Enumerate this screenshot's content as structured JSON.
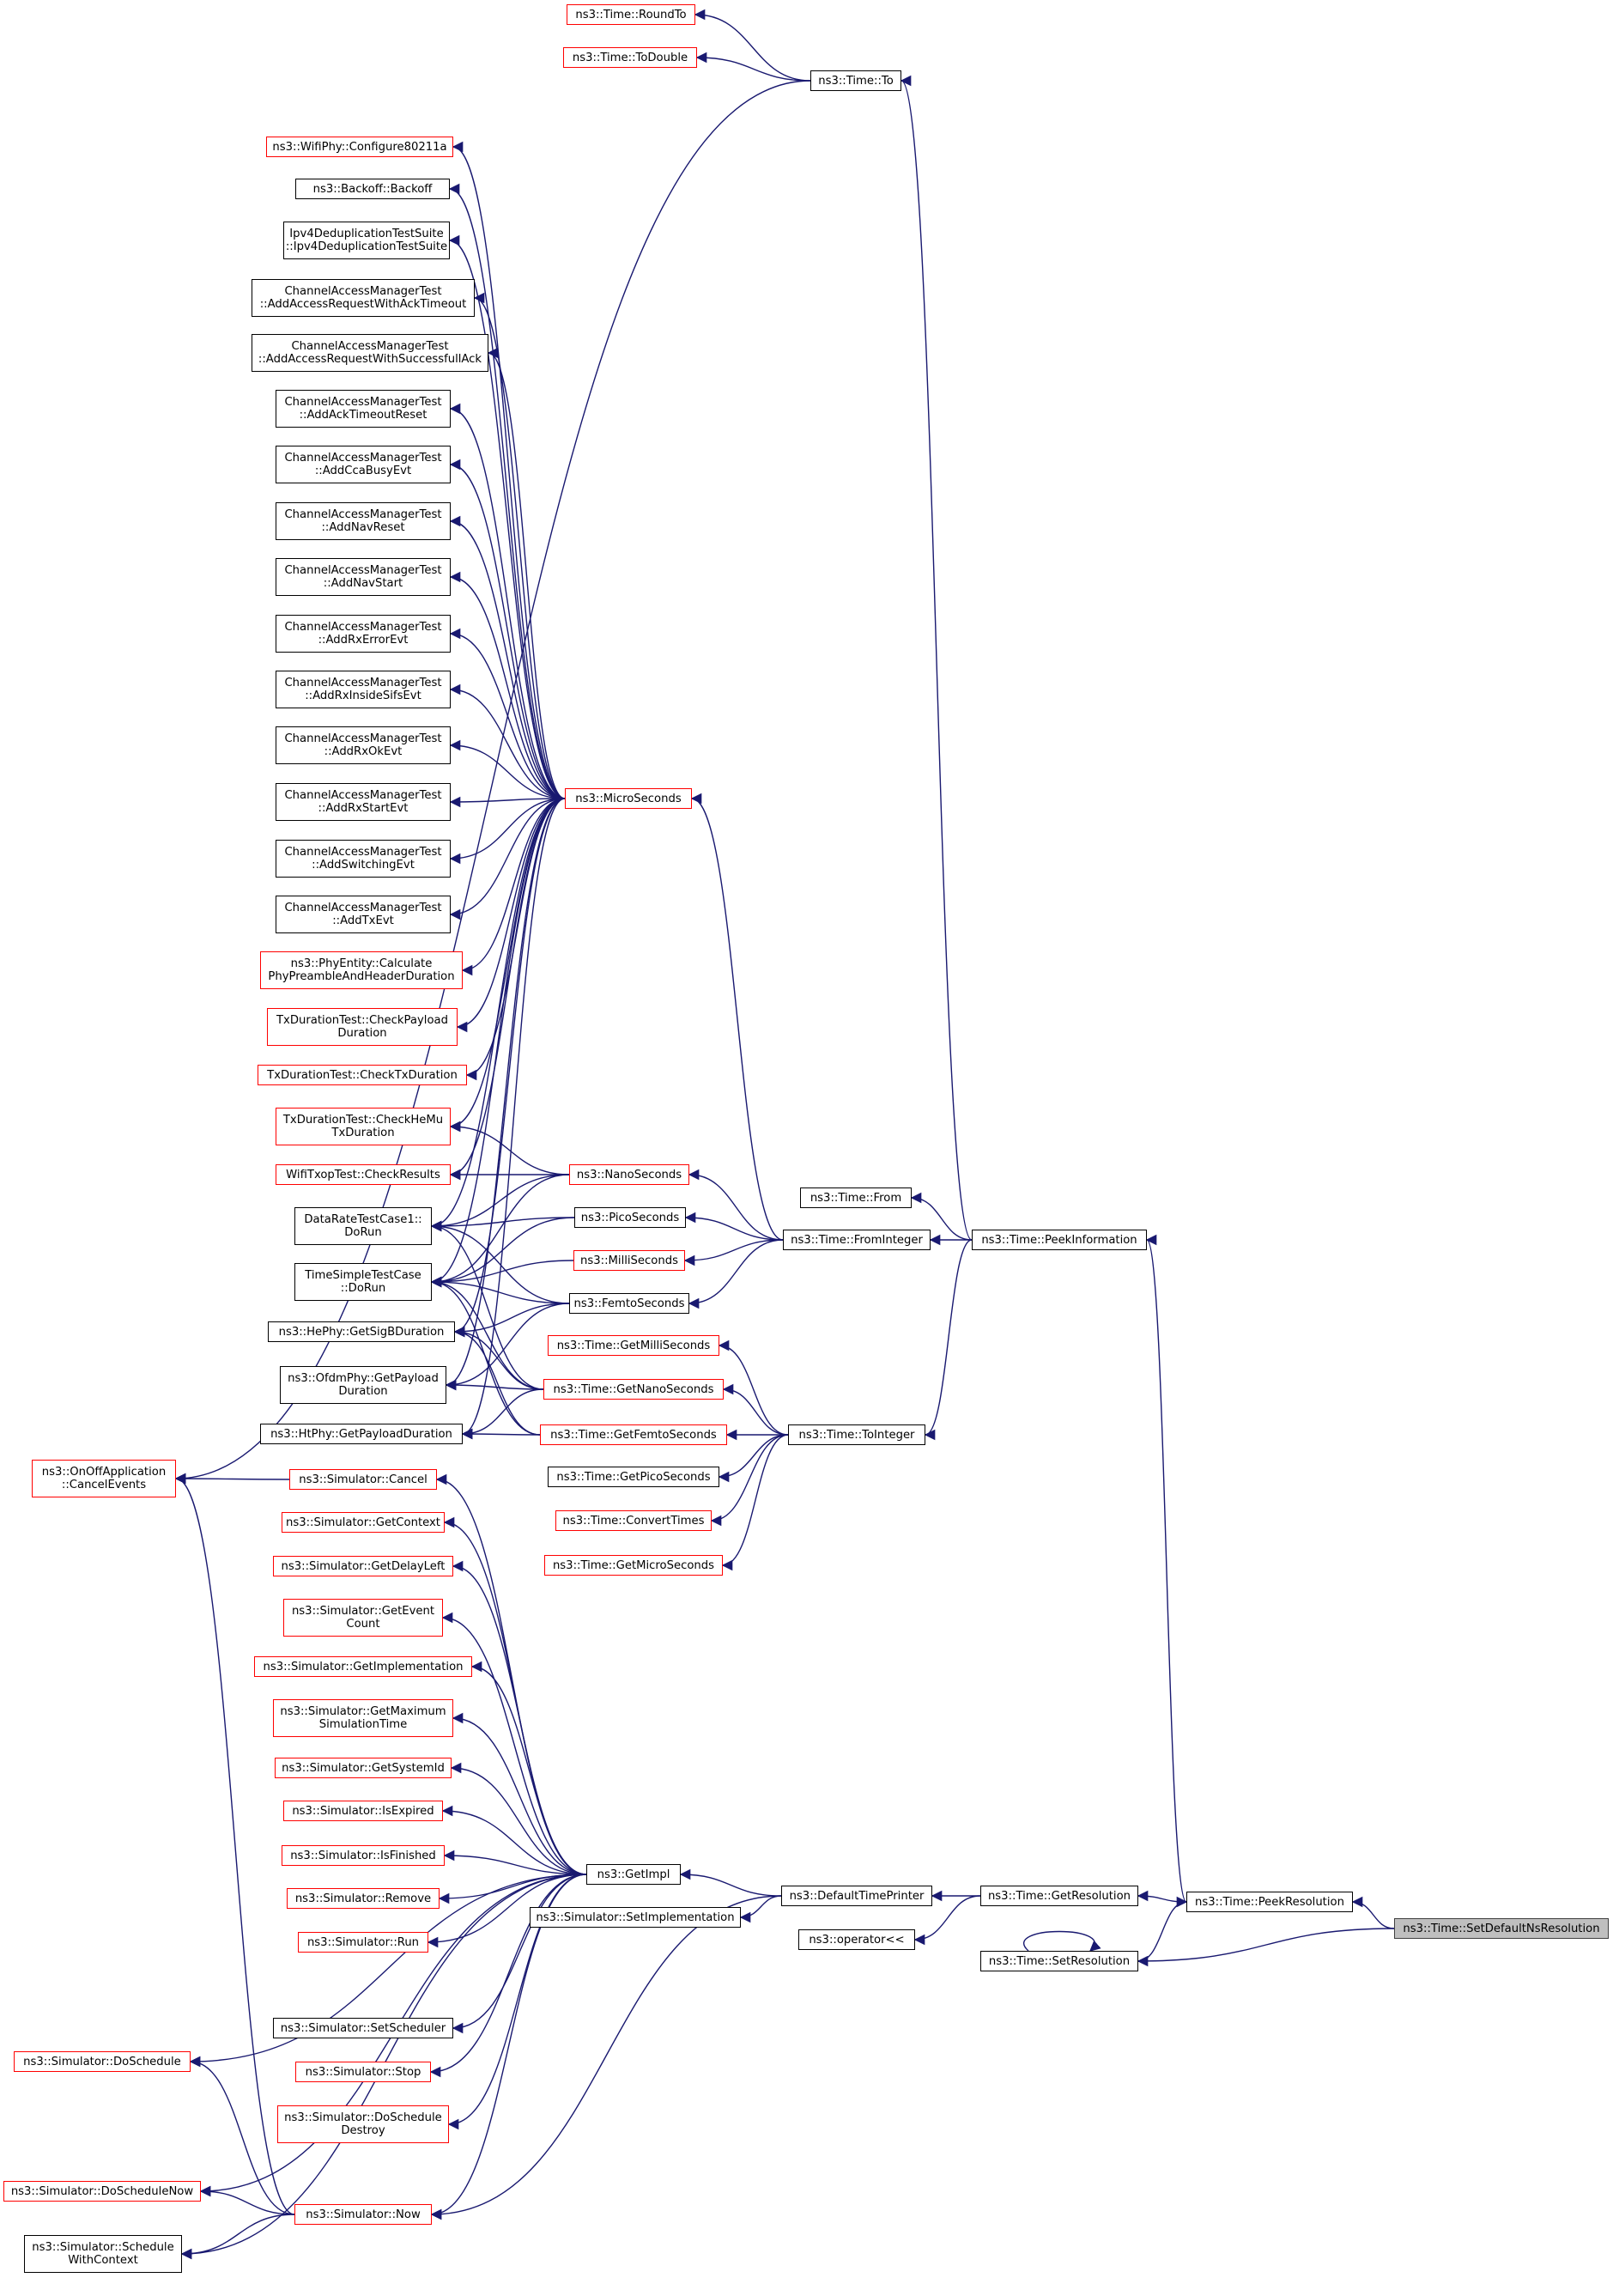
{
  "graph": {
    "edge_color": "#191970",
    "missing_doc_border_color": "#ff0000",
    "documented_border_color": "#000000",
    "focus_fill_color": "#bfbfbf",
    "nodes": [
      {
        "id": "SetDefaultNsResolution",
        "label": "ns3::Time::SetDefaultNsResolution",
        "style": "focus"
      },
      {
        "id": "PeekResolution",
        "label": "ns3::Time::PeekResolution",
        "style": "black"
      },
      {
        "id": "GetResolution",
        "label": "ns3::Time::GetResolution",
        "style": "black"
      },
      {
        "id": "SetResolution",
        "label": "ns3::Time::SetResolution",
        "style": "black"
      },
      {
        "id": "DefaultTimePrinter",
        "label": "ns3::DefaultTimePrinter",
        "style": "black"
      },
      {
        "id": "operatorLL",
        "label": "ns3::operator<<",
        "style": "black"
      },
      {
        "id": "GetImpl",
        "label": "ns3::GetImpl",
        "style": "black"
      },
      {
        "id": "SetImplementation",
        "label": "ns3::Simulator::SetImplementation",
        "style": "black"
      },
      {
        "id": "PeekInformation",
        "label": "ns3::Time::PeekInformation",
        "style": "black"
      },
      {
        "id": "TimeFrom",
        "label": "ns3::Time::From",
        "style": "black"
      },
      {
        "id": "FromInteger",
        "label": "ns3::Time::FromInteger",
        "style": "black"
      },
      {
        "id": "ToInteger",
        "label": "ns3::Time::ToInteger",
        "style": "black"
      },
      {
        "id": "TimeTo",
        "label": "ns3::Time::To",
        "style": "black"
      },
      {
        "id": "RoundTo",
        "label": "ns3::Time::RoundTo",
        "style": "red"
      },
      {
        "id": "ToDouble",
        "label": "ns3::Time::ToDouble",
        "style": "red"
      },
      {
        "id": "MicroSeconds",
        "label": "ns3::MicroSeconds",
        "style": "red"
      },
      {
        "id": "NanoSeconds",
        "label": "ns3::NanoSeconds",
        "style": "red"
      },
      {
        "id": "PicoSeconds",
        "label": "ns3::PicoSeconds",
        "style": "black"
      },
      {
        "id": "MilliSeconds",
        "label": "ns3::MilliSeconds",
        "style": "red"
      },
      {
        "id": "FemtoSeconds",
        "label": "ns3::FemtoSeconds",
        "style": "black"
      },
      {
        "id": "GetMilliSeconds",
        "label": "ns3::Time::GetMilliSeconds",
        "style": "red"
      },
      {
        "id": "GetNanoSeconds",
        "label": "ns3::Time::GetNanoSeconds",
        "style": "red"
      },
      {
        "id": "GetFemtoSeconds",
        "label": "ns3::Time::GetFemtoSeconds",
        "style": "red"
      },
      {
        "id": "GetPicoSeconds",
        "label": "ns3::Time::GetPicoSeconds",
        "style": "black"
      },
      {
        "id": "ConvertTimes",
        "label": "ns3::Time::ConvertTimes",
        "style": "red"
      },
      {
        "id": "GetMicroSeconds",
        "label": "ns3::Time::GetMicroSeconds",
        "style": "red"
      },
      {
        "id": "Configure80211a",
        "label": "ns3::WifiPhy::Configure80211a",
        "style": "red"
      },
      {
        "id": "Backoff",
        "label": "ns3::Backoff::Backoff",
        "style": "black"
      },
      {
        "id": "Ipv4Dedup",
        "label": "Ipv4DeduplicationTestSuite\n::Ipv4DeduplicationTestSuite",
        "style": "black"
      },
      {
        "id": "AddAccTimeout",
        "label": "ChannelAccessManagerTest\n::AddAccessRequestWithAckTimeout",
        "style": "black"
      },
      {
        "id": "AddAccSuccess",
        "label": "ChannelAccessManagerTest\n::AddAccessRequestWithSuccessfullAck",
        "style": "black"
      },
      {
        "id": "AddAckTimeoutReset",
        "label": "ChannelAccessManagerTest\n::AddAckTimeoutReset",
        "style": "black"
      },
      {
        "id": "AddCcaBusyEvt",
        "label": "ChannelAccessManagerTest\n::AddCcaBusyEvt",
        "style": "black"
      },
      {
        "id": "AddNavReset",
        "label": "ChannelAccessManagerTest\n::AddNavReset",
        "style": "black"
      },
      {
        "id": "AddNavStart",
        "label": "ChannelAccessManagerTest\n::AddNavStart",
        "style": "black"
      },
      {
        "id": "AddRxErrorEvt",
        "label": "ChannelAccessManagerTest\n::AddRxErrorEvt",
        "style": "black"
      },
      {
        "id": "AddRxInsideSifsEvt",
        "label": "ChannelAccessManagerTest\n::AddRxInsideSifsEvt",
        "style": "black"
      },
      {
        "id": "AddRxOkEvt",
        "label": "ChannelAccessManagerTest\n::AddRxOkEvt",
        "style": "black"
      },
      {
        "id": "AddRxStartEvt",
        "label": "ChannelAccessManagerTest\n::AddRxStartEvt",
        "style": "black"
      },
      {
        "id": "AddSwitchingEvt",
        "label": "ChannelAccessManagerTest\n::AddSwitchingEvt",
        "style": "black"
      },
      {
        "id": "AddTxEvt",
        "label": "ChannelAccessManagerTest\n::AddTxEvt",
        "style": "black"
      },
      {
        "id": "CalcPreamble",
        "label": "ns3::PhyEntity::Calculate\nPhyPreambleAndHeaderDuration",
        "style": "red"
      },
      {
        "id": "CheckPayload",
        "label": "TxDurationTest::CheckPayload\nDuration",
        "style": "red"
      },
      {
        "id": "CheckTxDuration",
        "label": "TxDurationTest::CheckTxDuration",
        "style": "red"
      },
      {
        "id": "CheckHeMu",
        "label": "TxDurationTest::CheckHeMu\nTxDuration",
        "style": "red"
      },
      {
        "id": "CheckResults",
        "label": "WifiTxopTest::CheckResults",
        "style": "red"
      },
      {
        "id": "DataRateDoRun",
        "label": "DataRateTestCase1::\nDoRun",
        "style": "black"
      },
      {
        "id": "TimeSimpleDoRun",
        "label": "TimeSimpleTestCase\n::DoRun",
        "style": "black"
      },
      {
        "id": "HeSigB",
        "label": "ns3::HePhy::GetSigBDuration",
        "style": "black"
      },
      {
        "id": "OfdmPayload",
        "label": "ns3::OfdmPhy::GetPayload\nDuration",
        "style": "black"
      },
      {
        "id": "HtPayload",
        "label": "ns3::HtPhy::GetPayloadDuration",
        "style": "black"
      },
      {
        "id": "OnOffCancel",
        "label": "ns3::OnOffApplication\n::CancelEvents",
        "style": "red"
      },
      {
        "id": "SimCancel",
        "label": "ns3::Simulator::Cancel",
        "style": "red"
      },
      {
        "id": "SimGetContext",
        "label": "ns3::Simulator::GetContext",
        "style": "red"
      },
      {
        "id": "SimGetDelayLeft",
        "label": "ns3::Simulator::GetDelayLeft",
        "style": "red"
      },
      {
        "id": "SimGetEventCount",
        "label": "ns3::Simulator::GetEvent\nCount",
        "style": "red"
      },
      {
        "id": "SimGetImplementation",
        "label": "ns3::Simulator::GetImplementation",
        "style": "red"
      },
      {
        "id": "SimGetMaxTime",
        "label": "ns3::Simulator::GetMaximum\nSimulationTime",
        "style": "red"
      },
      {
        "id": "SimGetSystemId",
        "label": "ns3::Simulator::GetSystemId",
        "style": "red"
      },
      {
        "id": "SimIsExpired",
        "label": "ns3::Simulator::IsExpired",
        "style": "red"
      },
      {
        "id": "SimIsFinished",
        "label": "ns3::Simulator::IsFinished",
        "style": "red"
      },
      {
        "id": "SimRemove",
        "label": "ns3::Simulator::Remove",
        "style": "red"
      },
      {
        "id": "SimRun",
        "label": "ns3::Simulator::Run",
        "style": "red"
      },
      {
        "id": "SimSetScheduler",
        "label": "ns3::Simulator::SetScheduler",
        "style": "black"
      },
      {
        "id": "SimStop",
        "label": "ns3::Simulator::Stop",
        "style": "red"
      },
      {
        "id": "SimDoScheduleDestroy",
        "label": "ns3::Simulator::DoSchedule\nDestroy",
        "style": "red"
      },
      {
        "id": "SimDoSchedule",
        "label": "ns3::Simulator::DoSchedule",
        "style": "red"
      },
      {
        "id": "SimDoScheduleNow",
        "label": "ns3::Simulator::DoScheduleNow",
        "style": "red"
      },
      {
        "id": "SimNow",
        "label": "ns3::Simulator::Now",
        "style": "red"
      },
      {
        "id": "SimScheduleWithContext",
        "label": "ns3::Simulator::Schedule\nWithContext",
        "style": "black"
      }
    ],
    "edges": [
      [
        "SetDefaultNsResolution",
        "PeekResolution"
      ],
      [
        "SetDefaultNsResolution",
        "SetResolution"
      ],
      [
        "SetResolution",
        "SetResolution"
      ],
      [
        "SetResolution",
        "PeekResolution"
      ],
      [
        "PeekResolution",
        "GetResolution"
      ],
      [
        "PeekResolution",
        "PeekInformation"
      ],
      [
        "GetResolution",
        "DefaultTimePrinter"
      ],
      [
        "GetResolution",
        "operatorLL"
      ],
      [
        "DefaultTimePrinter",
        "GetImpl"
      ],
      [
        "DefaultTimePrinter",
        "SetImplementation"
      ],
      [
        "DefaultTimePrinter",
        "SimNow"
      ],
      [
        "PeekInformation",
        "TimeFrom"
      ],
      [
        "PeekInformation",
        "FromInteger"
      ],
      [
        "PeekInformation",
        "ToInteger"
      ],
      [
        "PeekInformation",
        "TimeTo"
      ],
      [
        "TimeTo",
        "RoundTo"
      ],
      [
        "TimeTo",
        "ToDouble"
      ],
      [
        "TimeTo",
        "OnOffCancel"
      ],
      [
        "FromInteger",
        "MicroSeconds"
      ],
      [
        "FromInteger",
        "NanoSeconds"
      ],
      [
        "FromInteger",
        "PicoSeconds"
      ],
      [
        "FromInteger",
        "MilliSeconds"
      ],
      [
        "FromInteger",
        "FemtoSeconds"
      ],
      [
        "ToInteger",
        "GetMilliSeconds"
      ],
      [
        "ToInteger",
        "GetNanoSeconds"
      ],
      [
        "ToInteger",
        "GetFemtoSeconds"
      ],
      [
        "ToInteger",
        "GetPicoSeconds"
      ],
      [
        "ToInteger",
        "ConvertTimes"
      ],
      [
        "ToInteger",
        "GetMicroSeconds"
      ],
      [
        "MicroSeconds",
        "Configure80211a"
      ],
      [
        "MicroSeconds",
        "Backoff"
      ],
      [
        "MicroSeconds",
        "Ipv4Dedup"
      ],
      [
        "MicroSeconds",
        "AddAccTimeout"
      ],
      [
        "MicroSeconds",
        "AddAccSuccess"
      ],
      [
        "MicroSeconds",
        "AddAckTimeoutReset"
      ],
      [
        "MicroSeconds",
        "AddCcaBusyEvt"
      ],
      [
        "MicroSeconds",
        "AddNavReset"
      ],
      [
        "MicroSeconds",
        "AddNavStart"
      ],
      [
        "MicroSeconds",
        "AddRxErrorEvt"
      ],
      [
        "MicroSeconds",
        "AddRxInsideSifsEvt"
      ],
      [
        "MicroSeconds",
        "AddRxOkEvt"
      ],
      [
        "MicroSeconds",
        "AddRxStartEvt"
      ],
      [
        "MicroSeconds",
        "AddSwitchingEvt"
      ],
      [
        "MicroSeconds",
        "AddTxEvt"
      ],
      [
        "MicroSeconds",
        "CalcPreamble"
      ],
      [
        "MicroSeconds",
        "CheckPayload"
      ],
      [
        "MicroSeconds",
        "CheckTxDuration"
      ],
      [
        "MicroSeconds",
        "CheckHeMu"
      ],
      [
        "MicroSeconds",
        "CheckResults"
      ],
      [
        "MicroSeconds",
        "DataRateDoRun"
      ],
      [
        "MicroSeconds",
        "TimeSimpleDoRun"
      ],
      [
        "MicroSeconds",
        "HeSigB"
      ],
      [
        "MicroSeconds",
        "OfdmPayload"
      ],
      [
        "MicroSeconds",
        "HtPayload"
      ],
      [
        "NanoSeconds",
        "CheckHeMu"
      ],
      [
        "NanoSeconds",
        "CheckResults"
      ],
      [
        "NanoSeconds",
        "DataRateDoRun"
      ],
      [
        "NanoSeconds",
        "TimeSimpleDoRun"
      ],
      [
        "PicoSeconds",
        "DataRateDoRun"
      ],
      [
        "PicoSeconds",
        "TimeSimpleDoRun"
      ],
      [
        "MilliSeconds",
        "TimeSimpleDoRun"
      ],
      [
        "FemtoSeconds",
        "TimeSimpleDoRun"
      ],
      [
        "FemtoSeconds",
        "DataRateDoRun"
      ],
      [
        "FemtoSeconds",
        "HeSigB"
      ],
      [
        "FemtoSeconds",
        "OfdmPayload"
      ],
      [
        "GetNanoSeconds",
        "DataRateDoRun"
      ],
      [
        "GetNanoSeconds",
        "TimeSimpleDoRun"
      ],
      [
        "GetNanoSeconds",
        "HeSigB"
      ],
      [
        "GetNanoSeconds",
        "OfdmPayload"
      ],
      [
        "GetNanoSeconds",
        "HtPayload"
      ],
      [
        "GetFemtoSeconds",
        "TimeSimpleDoRun"
      ],
      [
        "GetFemtoSeconds",
        "HeSigB"
      ],
      [
        "GetFemtoSeconds",
        "HtPayload"
      ],
      [
        "GetImpl",
        "SimCancel"
      ],
      [
        "GetImpl",
        "SimGetContext"
      ],
      [
        "GetImpl",
        "SimGetDelayLeft"
      ],
      [
        "GetImpl",
        "SimGetEventCount"
      ],
      [
        "GetImpl",
        "SimGetImplementation"
      ],
      [
        "GetImpl",
        "SimGetMaxTime"
      ],
      [
        "GetImpl",
        "SimGetSystemId"
      ],
      [
        "GetImpl",
        "SimIsExpired"
      ],
      [
        "GetImpl",
        "SimIsFinished"
      ],
      [
        "GetImpl",
        "SimRemove"
      ],
      [
        "GetImpl",
        "SimRun"
      ],
      [
        "GetImpl",
        "SimSetScheduler"
      ],
      [
        "GetImpl",
        "SimStop"
      ],
      [
        "GetImpl",
        "SimDoScheduleDestroy"
      ],
      [
        "GetImpl",
        "SimDoSchedule"
      ],
      [
        "GetImpl",
        "SimDoScheduleNow"
      ],
      [
        "GetImpl",
        "SimNow"
      ],
      [
        "GetImpl",
        "SimScheduleWithContext"
      ],
      [
        "SimCancel",
        "OnOffCancel"
      ],
      [
        "SimNow",
        "SimDoSchedule"
      ],
      [
        "SimNow",
        "SimDoScheduleNow"
      ],
      [
        "SimNow",
        "SimScheduleWithContext"
      ],
      [
        "SimNow",
        "OnOffCancel"
      ]
    ]
  }
}
